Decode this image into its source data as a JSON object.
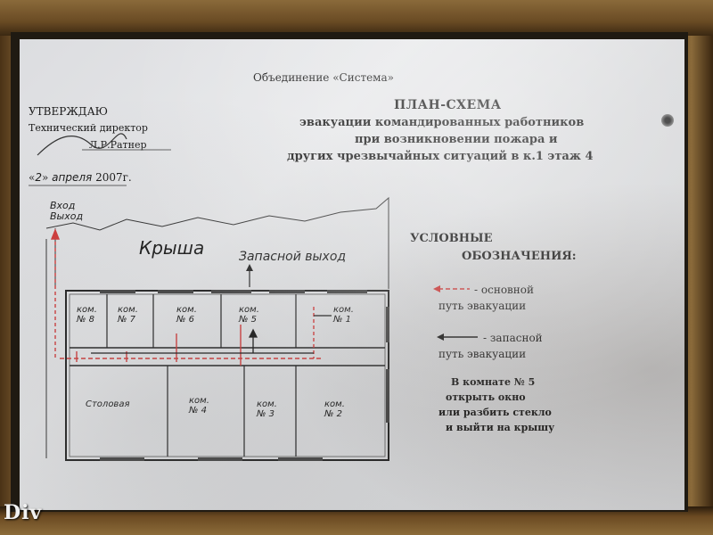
{
  "header": {
    "organization": "Объединение «Система»",
    "title": "ПЛАН-СХЕМА",
    "subtitle_lines": [
      "эвакуации командированных работников",
      "при возникновении пожара и",
      "других чрезвычайных ситуаций в к.1 этаж 4"
    ]
  },
  "approval": {
    "approve": "УТВЕРЖДАЮ",
    "position": "Технический директор",
    "name": "Л.Р.Ратнер",
    "date_day": "2",
    "date_month": "апреля",
    "date_year": "2007г."
  },
  "plan": {
    "roof_label": "Крыша",
    "spare_exit_label": "Запасной выход",
    "exit_label_line1": "Вход",
    "exit_label_line2": "Выход",
    "rooms_top": [
      {
        "line1": "ком.",
        "line2": "№ 8"
      },
      {
        "line1": "ком.",
        "line2": "№ 7"
      },
      {
        "line1": "ком.",
        "line2": "№ 6"
      },
      {
        "line1": "ком.",
        "line2": "№ 5"
      },
      {
        "line1": "ком.",
        "line2": "№ 1"
      }
    ],
    "rooms_bottom": [
      {
        "line1": "Столовая",
        "line2": ""
      },
      {
        "line1": "ком.",
        "line2": "№ 4"
      },
      {
        "line1": "ком.",
        "line2": "№ 3"
      },
      {
        "line1": "ком.",
        "line2": "№ 2"
      }
    ]
  },
  "legend": {
    "title": "УСЛОВНЫЕ",
    "subtitle": "ОБОЗНАЧЕНИЯ:",
    "main_route_a": "- основной",
    "main_route_b": "путь эвакуации",
    "spare_route_a": "- запасной",
    "spare_route_b": "путь эвакуации",
    "note": [
      "В комнате № 5",
      "открыть окно",
      "или разбить стекло",
      "и выйти на крышу"
    ],
    "colors": {
      "main_route": "#d23a3a",
      "spare_route": "#1a1a1a"
    }
  },
  "watermark": "Div"
}
